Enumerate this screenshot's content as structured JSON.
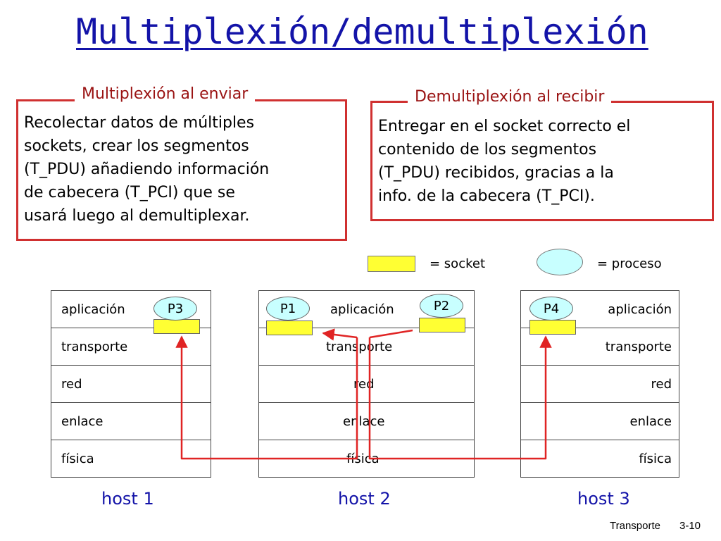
{
  "title": "Multiplexión/demultiplexión",
  "mux_panel": {
    "legend": "Multiplexión al enviar",
    "lines": [
      "Recolectar datos de múltiples",
      "sockets, crear los segmentos",
      "(T_PDU) añadiendo información",
      "de cabecera  (T_PCI) que se",
      "usará luego al demultiplexar."
    ]
  },
  "demux_panel": {
    "legend": "Demultiplexión al recibir",
    "lines": [
      "Entregar en el socket correcto el",
      "contenido de los segmentos",
      "(T_PDU) recibidos, gracias a la",
      "info. de la cabecera (T_PCI)."
    ]
  },
  "legend": {
    "socket": "= socket",
    "process": "= proceso"
  },
  "hosts": [
    {
      "name": "host 1",
      "processes": [
        "P3"
      ],
      "layers": [
        "aplicación",
        "transporte",
        "red",
        "enlace",
        "física"
      ]
    },
    {
      "name": "host 2",
      "processes": [
        "P1",
        "P2"
      ],
      "layers": [
        "aplicación",
        "transporte",
        "red",
        "enlace",
        "física"
      ]
    },
    {
      "name": "host 3",
      "processes": [
        "P4"
      ],
      "layers": [
        "aplicación",
        "transporte",
        "red",
        "enlace",
        "física"
      ]
    }
  ],
  "footer": {
    "section": "Transporte",
    "page": "3-10"
  },
  "colors": {
    "title": "#1313a8",
    "panel_border": "#d03030",
    "arrow": "#e02424",
    "socket": "#ffff33",
    "process": "#c8ffff"
  }
}
